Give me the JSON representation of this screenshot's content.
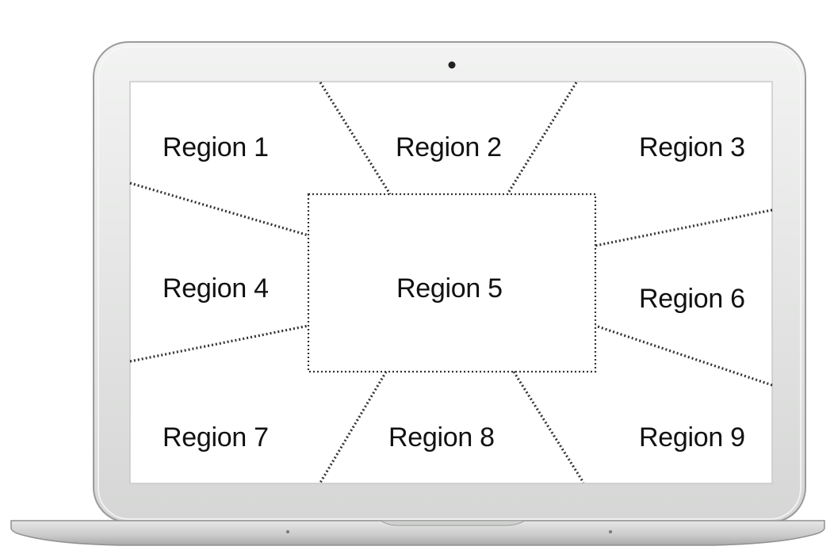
{
  "diagram": {
    "regions": [
      {
        "id": "r1",
        "label": "Region 1"
      },
      {
        "id": "r2",
        "label": "Region 2"
      },
      {
        "id": "r3",
        "label": "Region 3"
      },
      {
        "id": "r4",
        "label": "Region 4"
      },
      {
        "id": "r5",
        "label": "Region 5"
      },
      {
        "id": "r6",
        "label": "Region 6"
      },
      {
        "id": "r7",
        "label": "Region 7"
      },
      {
        "id": "r8",
        "label": "Region 8"
      },
      {
        "id": "r9",
        "label": "Region 9"
      }
    ]
  },
  "colors": {
    "laptop_body": "#e2e3e2",
    "laptop_edge": "#9a9b9a",
    "screen_bg": "#ffffff",
    "dotted_line": "#333333",
    "label_text": "#111111"
  }
}
